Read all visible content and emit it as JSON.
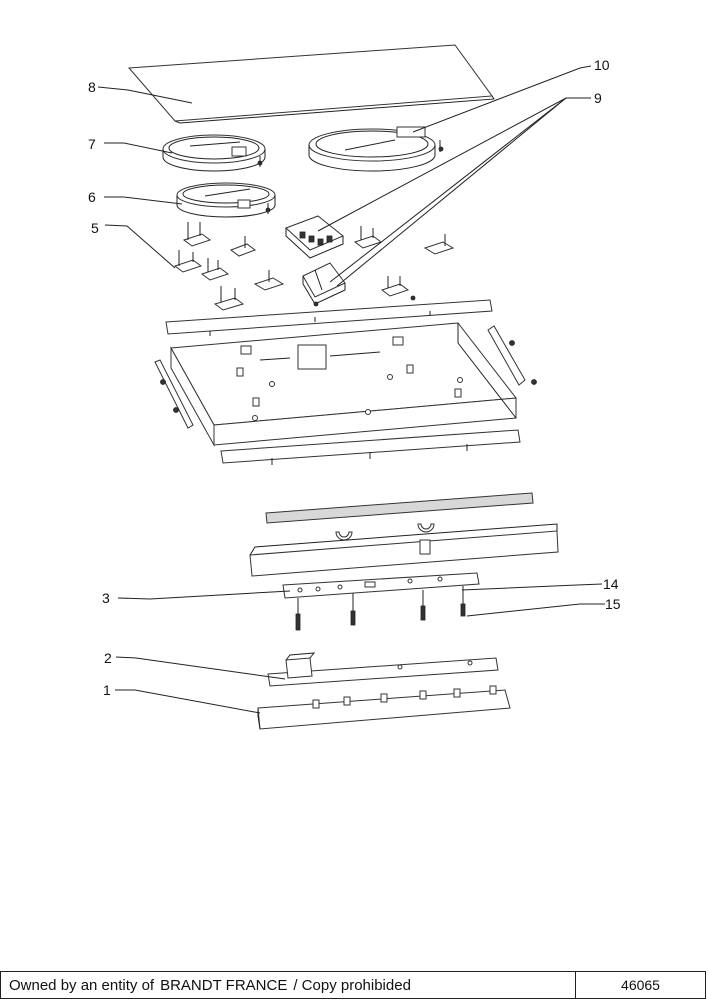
{
  "callouts": {
    "c1": "1",
    "c2": "2",
    "c3": "3",
    "c5": "5",
    "c6": "6",
    "c7": "7",
    "c8": "8",
    "c9": "9",
    "c10": "10",
    "c14": "14",
    "c15": "15"
  },
  "footer": {
    "owned_prefix": "Owned by an entity of",
    "company": "BRANDT FRANCE",
    "suffix": "/ Copy prohibided",
    "doc_number": "46065"
  }
}
